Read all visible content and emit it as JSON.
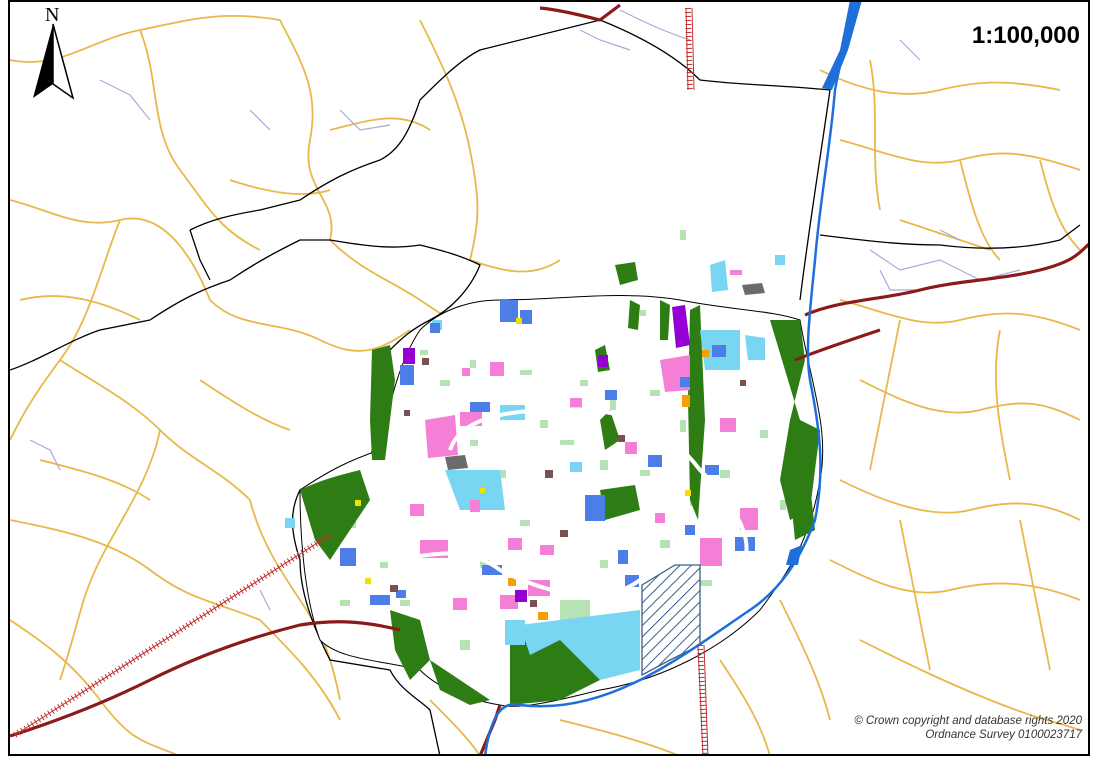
{
  "map": {
    "north_letter": "N",
    "scale": "1:100,000",
    "copyright_line1": "© Crown copyright and database rights 2020",
    "copyright_line2": "Ordnance Survey 0100023717"
  },
  "colors": {
    "minor_road": "#e8b84a",
    "a_road": "#8b1a1a",
    "railway": "#c03030",
    "river": "#1e6fd9",
    "boundary": "#000000",
    "woodland": "#2e7d14",
    "light_green": "#b7e2b3",
    "pink": "#f57fd6",
    "light_blue": "#78d6f2",
    "blue": "#4d7ee8",
    "purple": "#9400d3",
    "dark_grey": "#6b6b6b",
    "brown": "#7a5050",
    "orange": "#f5a000",
    "track": "#a9a9d9"
  }
}
